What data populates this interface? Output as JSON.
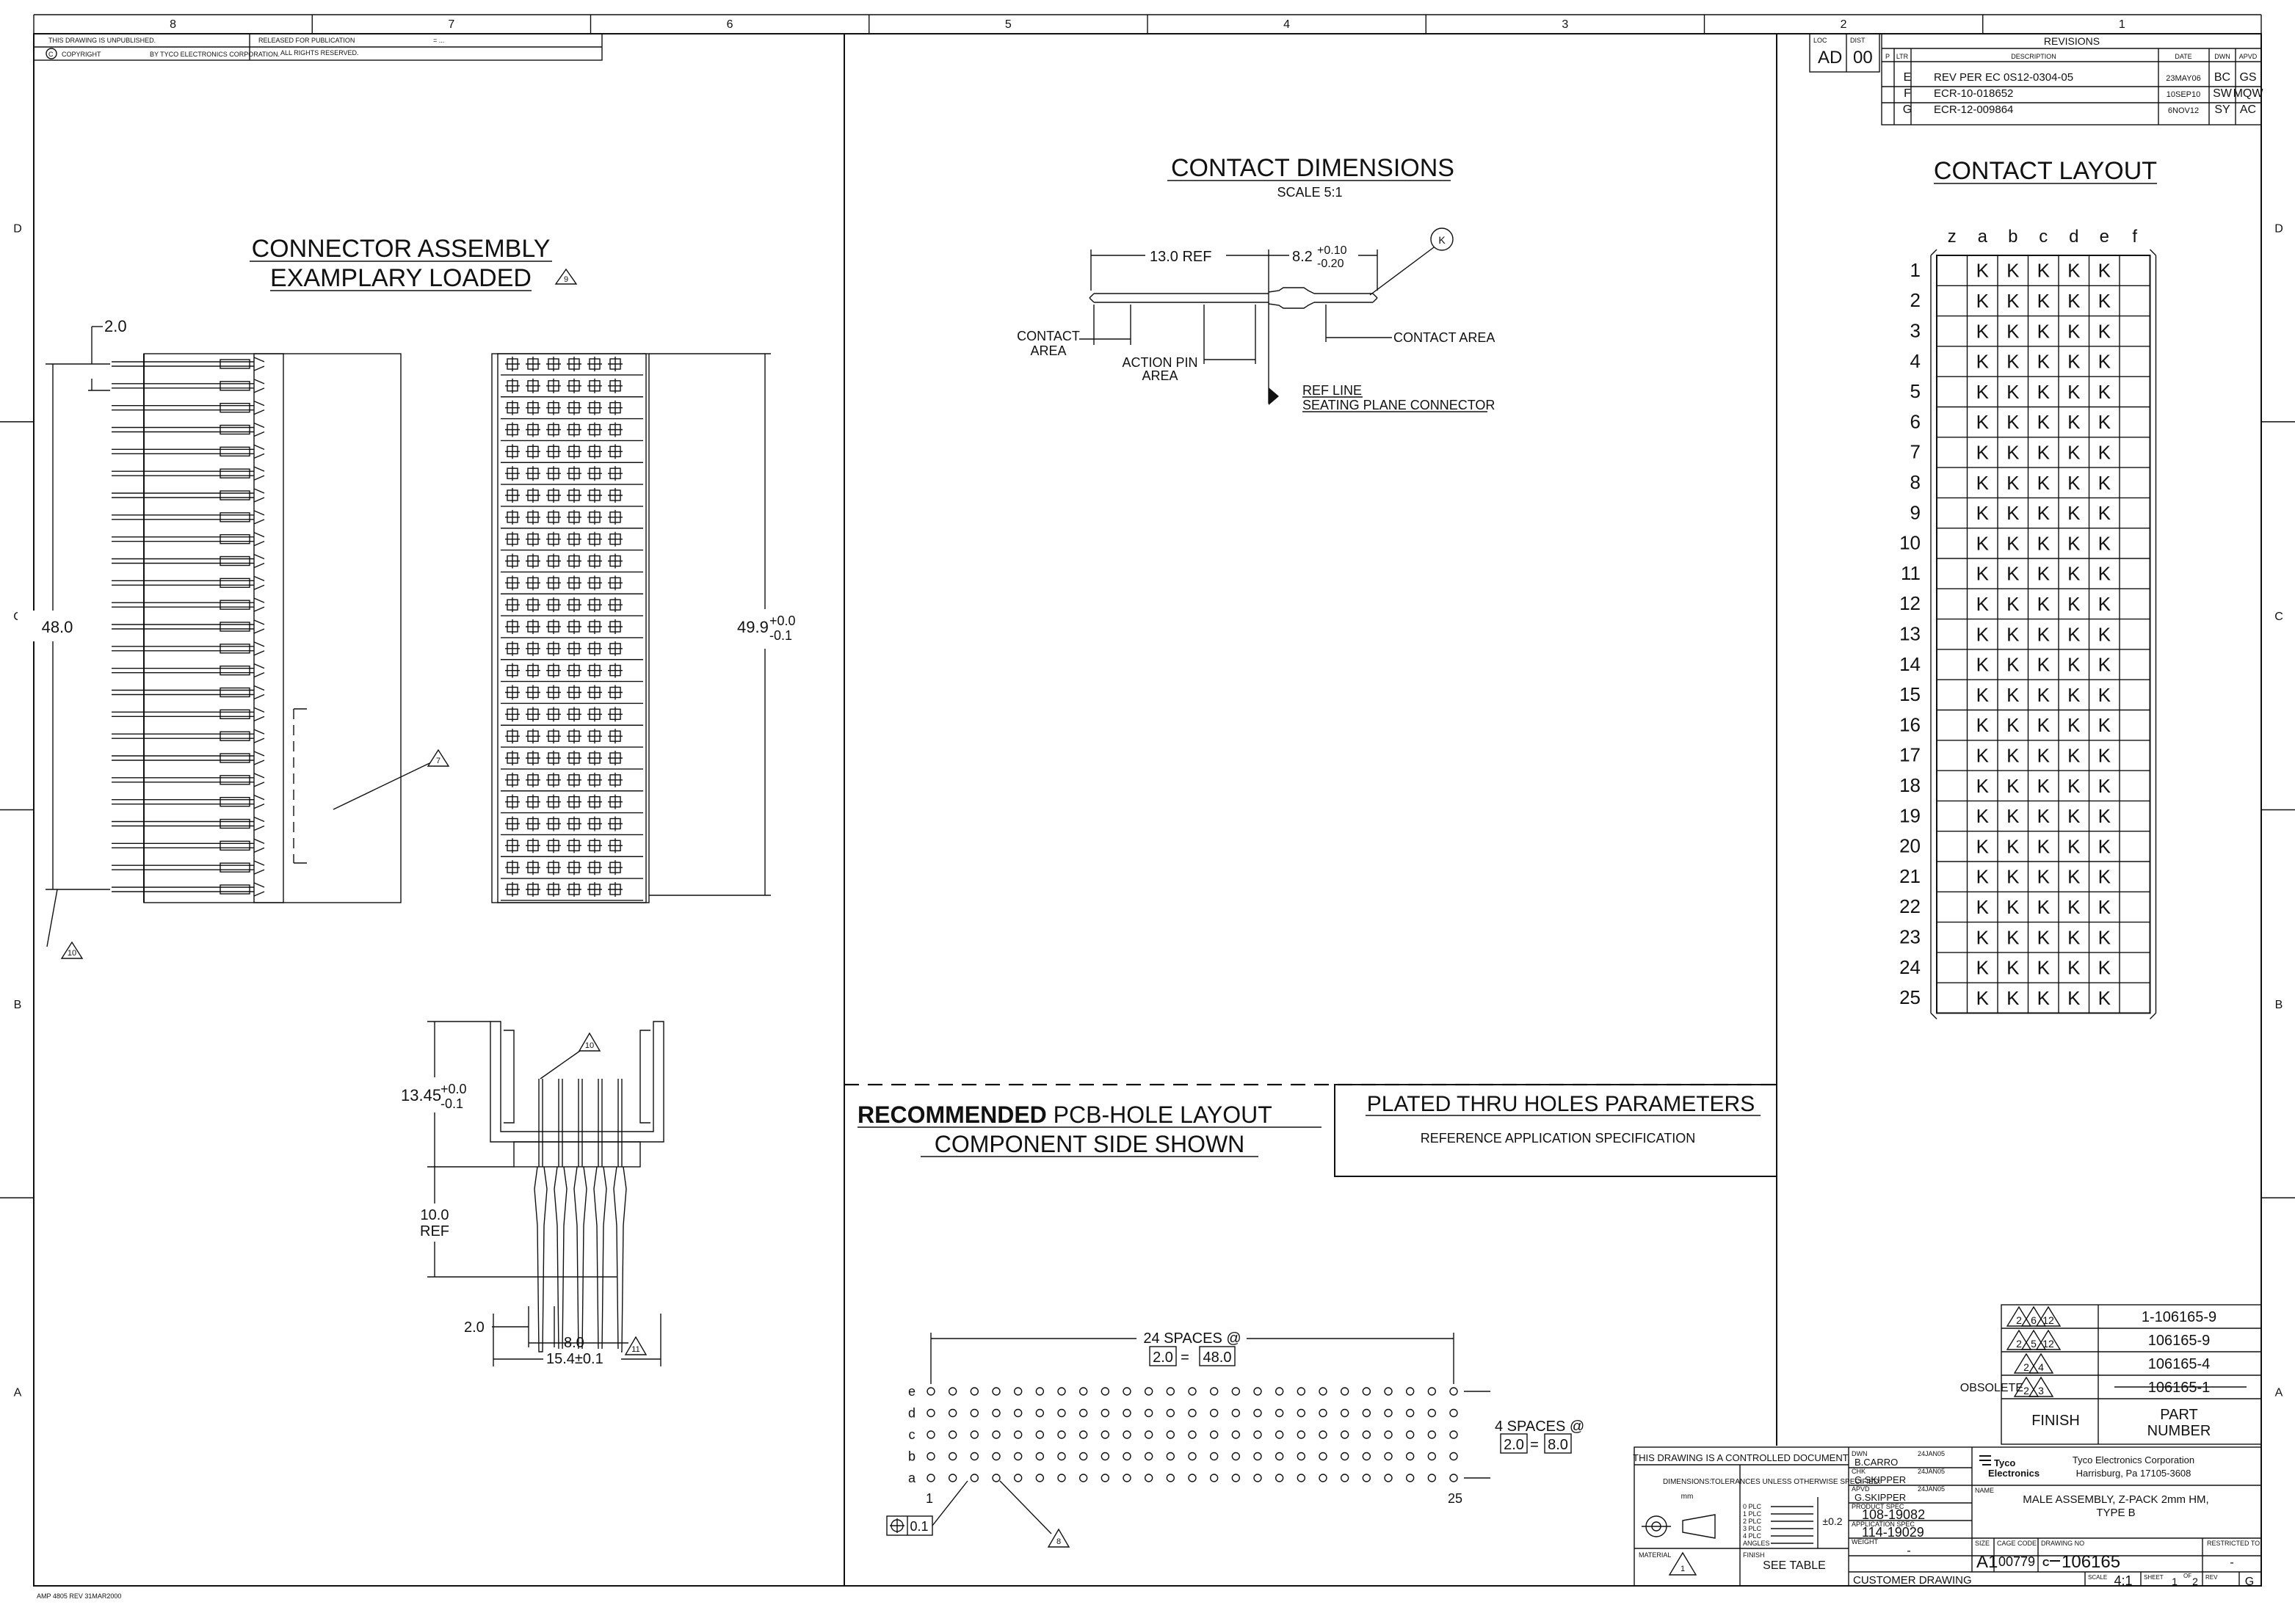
{
  "border": {
    "top_zones": [
      "8",
      "7",
      "6",
      "5",
      "4",
      "3",
      "2",
      "1"
    ],
    "side_zones": [
      "D",
      "C",
      "B",
      "A"
    ]
  },
  "header": {
    "unpublished": "THIS DRAWING IS UNPUBLISHED.",
    "released": "RELEASED FOR PUBLICATION",
    "released_val": "= ...",
    "copyright": "COPYRIGHT",
    "copyright_by": "BY TYCO ELECTRONICS CORPORATION.",
    "rights": "ALL RIGHTS RESERVED."
  },
  "revisions": {
    "loc_label": "LOC",
    "dist_label": "DIST",
    "loc": "AD",
    "dist": "00",
    "title": "REVISIONS",
    "headers": [
      "P",
      "LTR",
      "DESCRIPTION",
      "DATE",
      "DWN",
      "APVD"
    ],
    "rows": [
      {
        "ltr": "E",
        "desc": "REV PER EC 0S12-0304-05",
        "date": "23MAY06",
        "dwn": "BC",
        "apvd": "GS"
      },
      {
        "ltr": "F",
        "desc": "ECR-10-018652",
        "date": "10SEP10",
        "dwn": "SW",
        "apvd": "MQW"
      },
      {
        "ltr": "G",
        "desc": "ECR-12-009864",
        "date": "6NOV12",
        "dwn": "SY",
        "apvd": "AC"
      }
    ]
  },
  "assembly": {
    "title1": "CONNECTOR ASSEMBLY",
    "title2": "EXAMPLARY LOADED",
    "note9": "9",
    "dim_pitch": "2.0",
    "dim_height": "48.0",
    "dim_body": "49.9",
    "dim_body_tol_up": "+0.0",
    "dim_body_tol_dn": "-0.1",
    "note7": "7",
    "note10": "10"
  },
  "side_view": {
    "note10": "10",
    "dim_h": "13.45",
    "dim_h_up": "+0.0",
    "dim_h_dn": "-0.1",
    "dim_tail": "10.0",
    "dim_tail_ref": "REF",
    "dim_2": "2.0",
    "dim_8": "8.0",
    "dim_width": "15.4±0.1",
    "note11": "11"
  },
  "contact_dims": {
    "title": "CONTACT DIMENSIONS",
    "scale": "SCALE 5:1",
    "dim_ref": "13.0 REF",
    "dim_82": "8.2",
    "dim_82_up": "+0.10",
    "dim_82_dn": "-0.20",
    "balloon": "K",
    "contact_area_left1": "CONTACT",
    "contact_area_left2": "AREA",
    "action_pin1": "ACTION PIN",
    "action_pin2": "AREA",
    "contact_area_right": "CONTACT AREA",
    "ref_line": "REF LINE",
    "seating": "SEATING PLANE CONNECTOR"
  },
  "contact_layout": {
    "title": "CONTACT LAYOUT",
    "columns": [
      "z",
      "a",
      "b",
      "c",
      "d",
      "e",
      "f"
    ],
    "rows": [
      "1",
      "2",
      "3",
      "4",
      "5",
      "6",
      "7",
      "8",
      "9",
      "10",
      "11",
      "12",
      "13",
      "14",
      "15",
      "16",
      "17",
      "18",
      "19",
      "20",
      "21",
      "22",
      "23",
      "24",
      "25"
    ],
    "cell": "K",
    "loaded_cols": [
      "a",
      "b",
      "c",
      "d",
      "e"
    ]
  },
  "pcb": {
    "title_bold": "RECOMMENDED",
    "title_rest": " PCB-HOLE LAYOUT",
    "subtitle": "COMPONENT SIDE SHOWN",
    "spaces24": "24 SPACES @",
    "pitch": "2.0",
    "eq": "=",
    "total24": "48.0",
    "spaces4": "4 SPACES @",
    "total4": "8.0",
    "row_labels": [
      "e",
      "d",
      "c",
      "b",
      "a"
    ],
    "col_first": "1",
    "col_last": "25",
    "tol": "0.1",
    "note8": "8"
  },
  "plated": {
    "title": "PLATED THRU HOLES PARAMETERS",
    "sub": "REFERENCE APPLICATION SPECIFICATION"
  },
  "parts_table": {
    "rows": [
      {
        "notes": [
          "2",
          "6",
          "12"
        ],
        "part": "1-106165-9",
        "obsolete": false
      },
      {
        "notes": [
          "2",
          "5",
          "12"
        ],
        "part": "106165-9",
        "obsolete": false
      },
      {
        "notes": [
          "2",
          "4"
        ],
        "part": "106165-4",
        "obsolete": false
      },
      {
        "notes": [
          "2",
          "3"
        ],
        "part": "106165-1",
        "obsolete": true
      }
    ],
    "obsolete_label": "OBSOLETE",
    "finish": "FINISH",
    "part_number1": "PART",
    "part_number2": "NUMBER"
  },
  "title_block": {
    "controlled": "THIS DRAWING IS A CONTROLLED DOCUMENT.",
    "dimensions": "DIMENSIONS:",
    "dim_unit": "mm",
    "tolerances": "TOLERANCES UNLESS OTHERWISE SPECIFIED:",
    "tol_lines": [
      "0 PLC",
      "1 PLC",
      "2 PLC",
      "3 PLC",
      "4 PLC",
      "ANGLES"
    ],
    "tol_val": "±0.2",
    "material": "MATERIAL",
    "finish": "FINISH",
    "see_table": "SEE TABLE",
    "note1": "1",
    "dwn_label": "DWN",
    "dwn": "B.CARRO",
    "dwn_date": "24JAN05",
    "chk_label": "CHK",
    "chk": "G.SKIPPER",
    "chk_date": "24JAN05",
    "apvd_label": "APVD",
    "apvd": "G.SKIPPER",
    "apvd_date": "24JAN05",
    "product_spec_label": "PRODUCT SPEC",
    "product_spec": "108-19082",
    "app_spec_label": "APPLICATION SPEC",
    "app_spec": "114-19029",
    "weight_label": "WEIGHT",
    "weight": "-",
    "company_logo1": "Tyco",
    "company_logo2": "Electronics",
    "company": "Tyco Electronics Corporation",
    "address": "Harrisburg, Pa 17105-3608",
    "name_label": "NAME",
    "name1": "MALE ASSEMBLY, Z-PACK 2mm HM,",
    "name2": "TYPE B",
    "size_label": "SIZE",
    "size": "A1",
    "cage_label": "CAGE CODE",
    "cage": "00779",
    "dwg_label": "DRAWING NO",
    "dwg": "106165",
    "restricted_label": "RESTRICTED TO",
    "restricted": "-",
    "customer": "CUSTOMER DRAWING",
    "scale_label": "SCALE",
    "scale": "4:1",
    "sheet_label": "SHEET",
    "sheet": "1",
    "of_label": "OF",
    "of": "2",
    "rev_label": "REV",
    "rev": "G"
  },
  "footer": "AMP 4805 REV 31MAR2000"
}
